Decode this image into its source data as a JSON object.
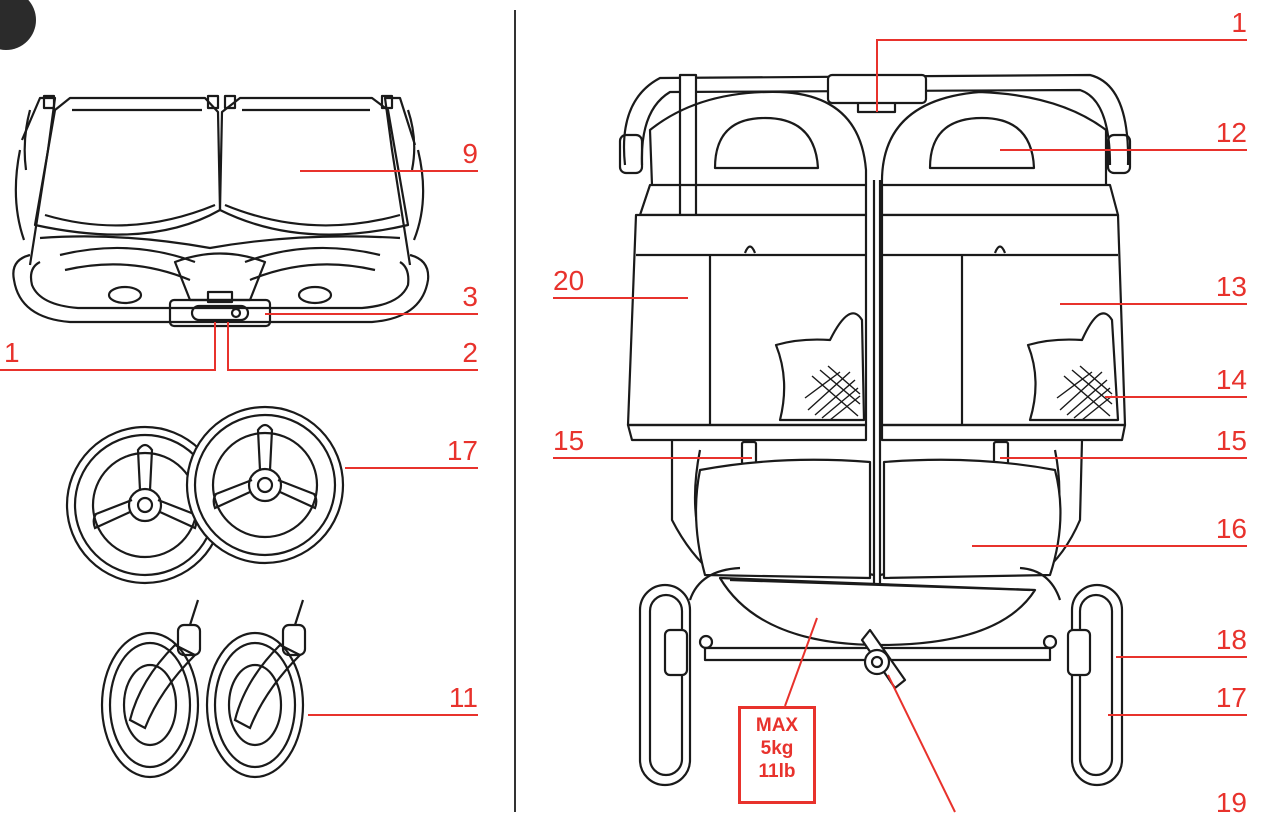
{
  "colors": {
    "accent": "#e8322c",
    "line": "#1a1a1a",
    "step_badge": "#2b2b2b"
  },
  "callouts": [
    {
      "id": "c1-right",
      "num": "1"
    },
    {
      "id": "c12",
      "num": "12"
    },
    {
      "id": "c9",
      "num": "9"
    },
    {
      "id": "c3",
      "num": "3"
    },
    {
      "id": "c1-left",
      "num": "1"
    },
    {
      "id": "c2",
      "num": "2"
    },
    {
      "id": "c20",
      "num": "20"
    },
    {
      "id": "c13",
      "num": "13"
    },
    {
      "id": "c14",
      "num": "14"
    },
    {
      "id": "c15-left",
      "num": "15"
    },
    {
      "id": "c15-right",
      "num": "15"
    },
    {
      "id": "c16",
      "num": "16"
    },
    {
      "id": "c17-top",
      "num": "17"
    },
    {
      "id": "c11",
      "num": "11"
    },
    {
      "id": "c18",
      "num": "18"
    },
    {
      "id": "c17-bottom",
      "num": "17"
    },
    {
      "id": "c19",
      "num": "19"
    }
  ],
  "max_load": {
    "line1": "MAX",
    "line2": "5kg",
    "line3": "11lb"
  }
}
